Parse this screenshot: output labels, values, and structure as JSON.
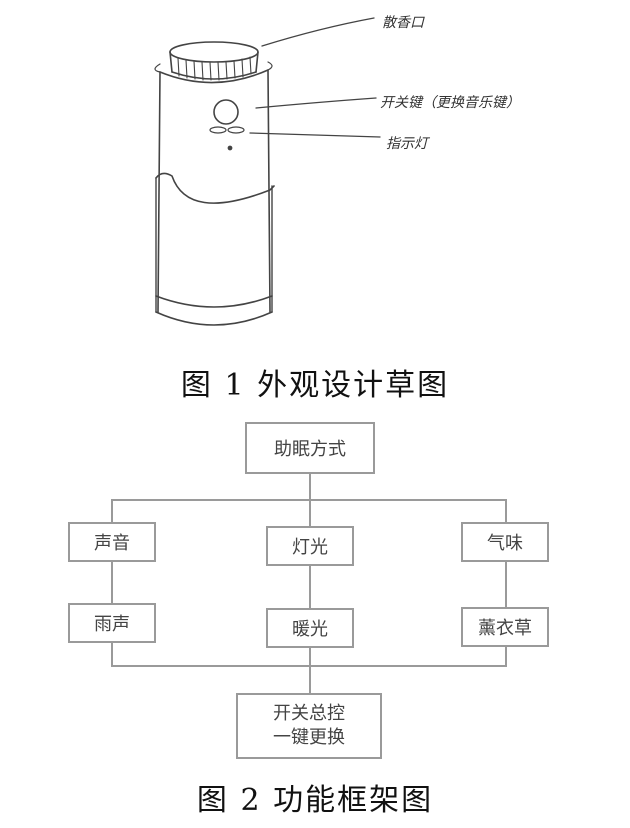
{
  "figure1": {
    "annotations": {
      "knob": "散香口",
      "power": "开关键（更换音乐键）",
      "light": "指示灯"
    },
    "caption": "图 1 外观设计草图"
  },
  "figure2": {
    "root": "助眠方式",
    "categories": [
      {
        "label": "声音",
        "item": "雨声"
      },
      {
        "label": "灯光",
        "item": "暖光"
      },
      {
        "label": "气味",
        "item": "薰衣草"
      }
    ],
    "control": {
      "line1": "开关总控",
      "line2": "一键更换"
    },
    "caption": "图 2 功能框架图"
  }
}
